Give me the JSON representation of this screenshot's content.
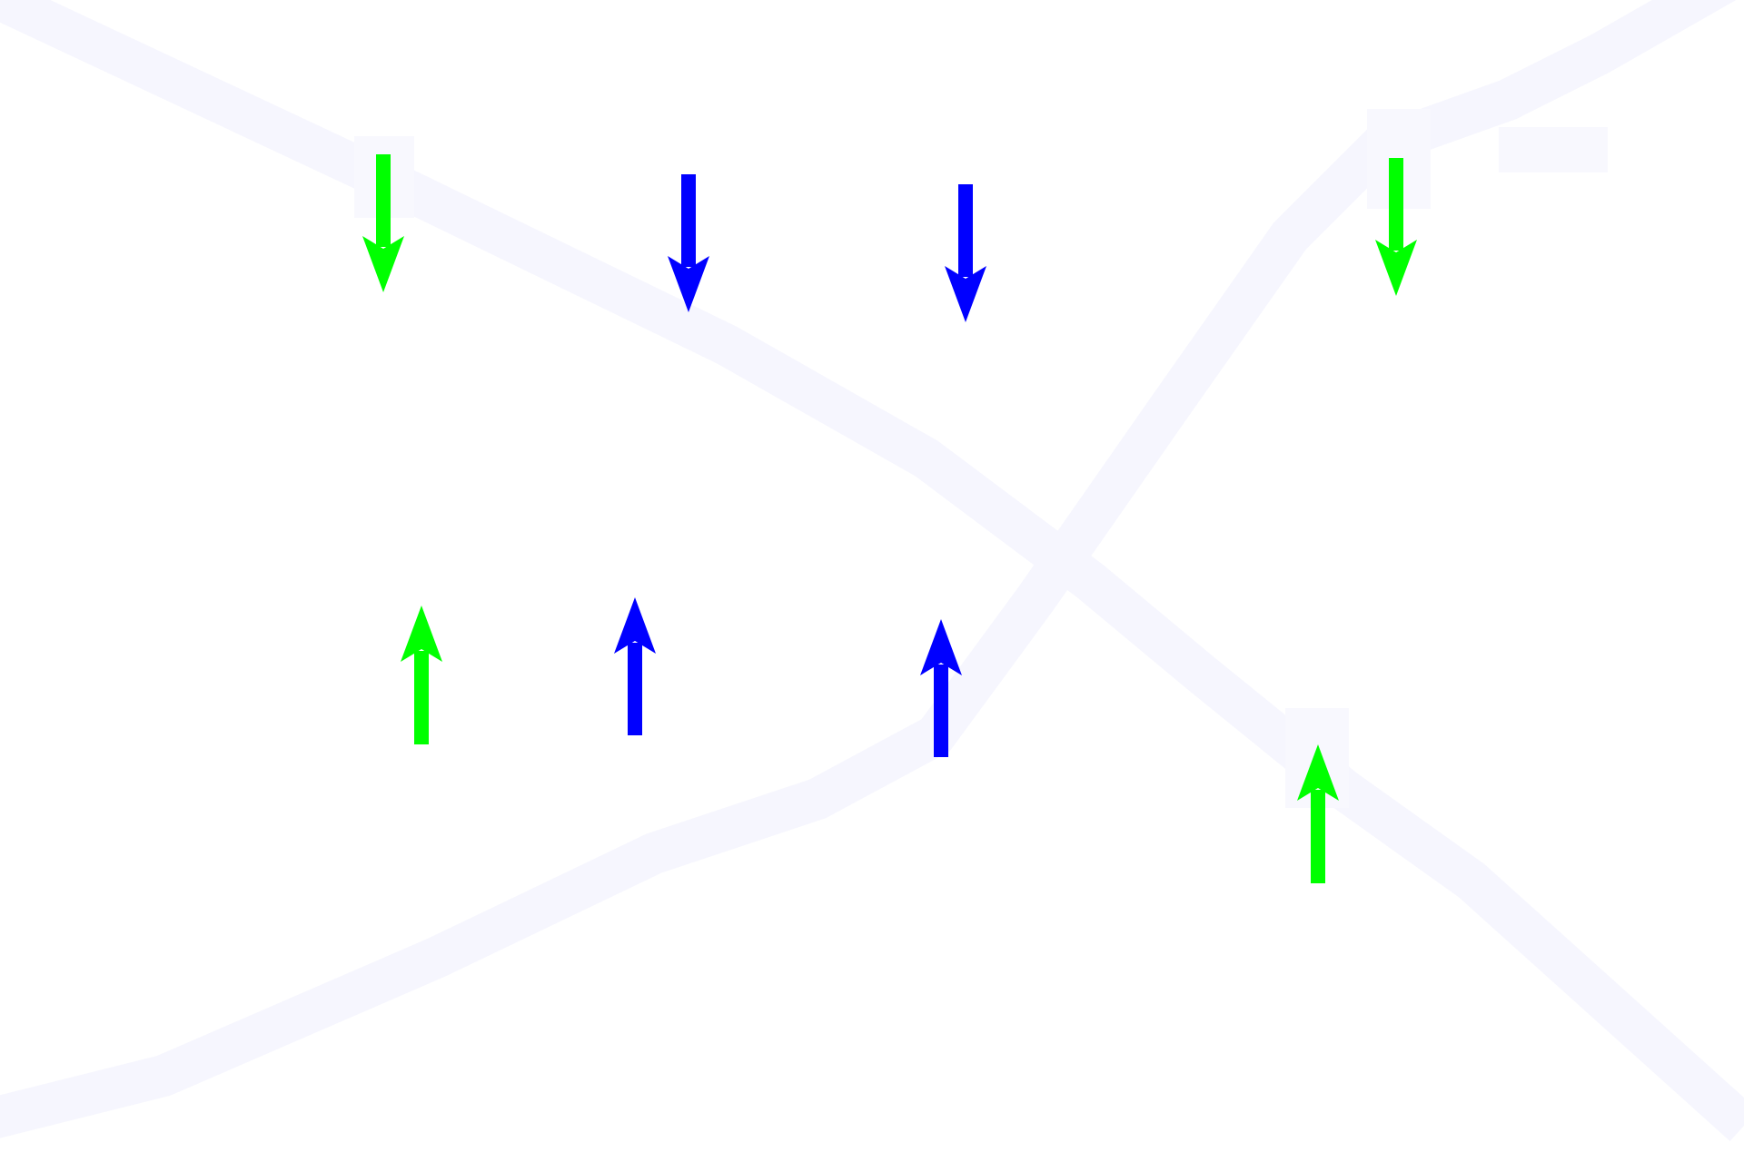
{
  "colors": {
    "background": "#ffffff",
    "band": "#f6f6fe",
    "arrow_green": "#00ff00",
    "arrow_blue": "#0000ff"
  },
  "arrows": [
    {
      "id": "green-down-1",
      "color": "green",
      "direction": "down"
    },
    {
      "id": "blue-down-1",
      "color": "blue",
      "direction": "down"
    },
    {
      "id": "blue-down-2",
      "color": "blue",
      "direction": "down"
    },
    {
      "id": "green-down-2",
      "color": "green",
      "direction": "down"
    },
    {
      "id": "green-up-1",
      "color": "green",
      "direction": "up"
    },
    {
      "id": "blue-up-1",
      "color": "blue",
      "direction": "up"
    },
    {
      "id": "blue-up-2",
      "color": "blue",
      "direction": "up"
    },
    {
      "id": "green-up-2",
      "color": "green",
      "direction": "up"
    }
  ]
}
